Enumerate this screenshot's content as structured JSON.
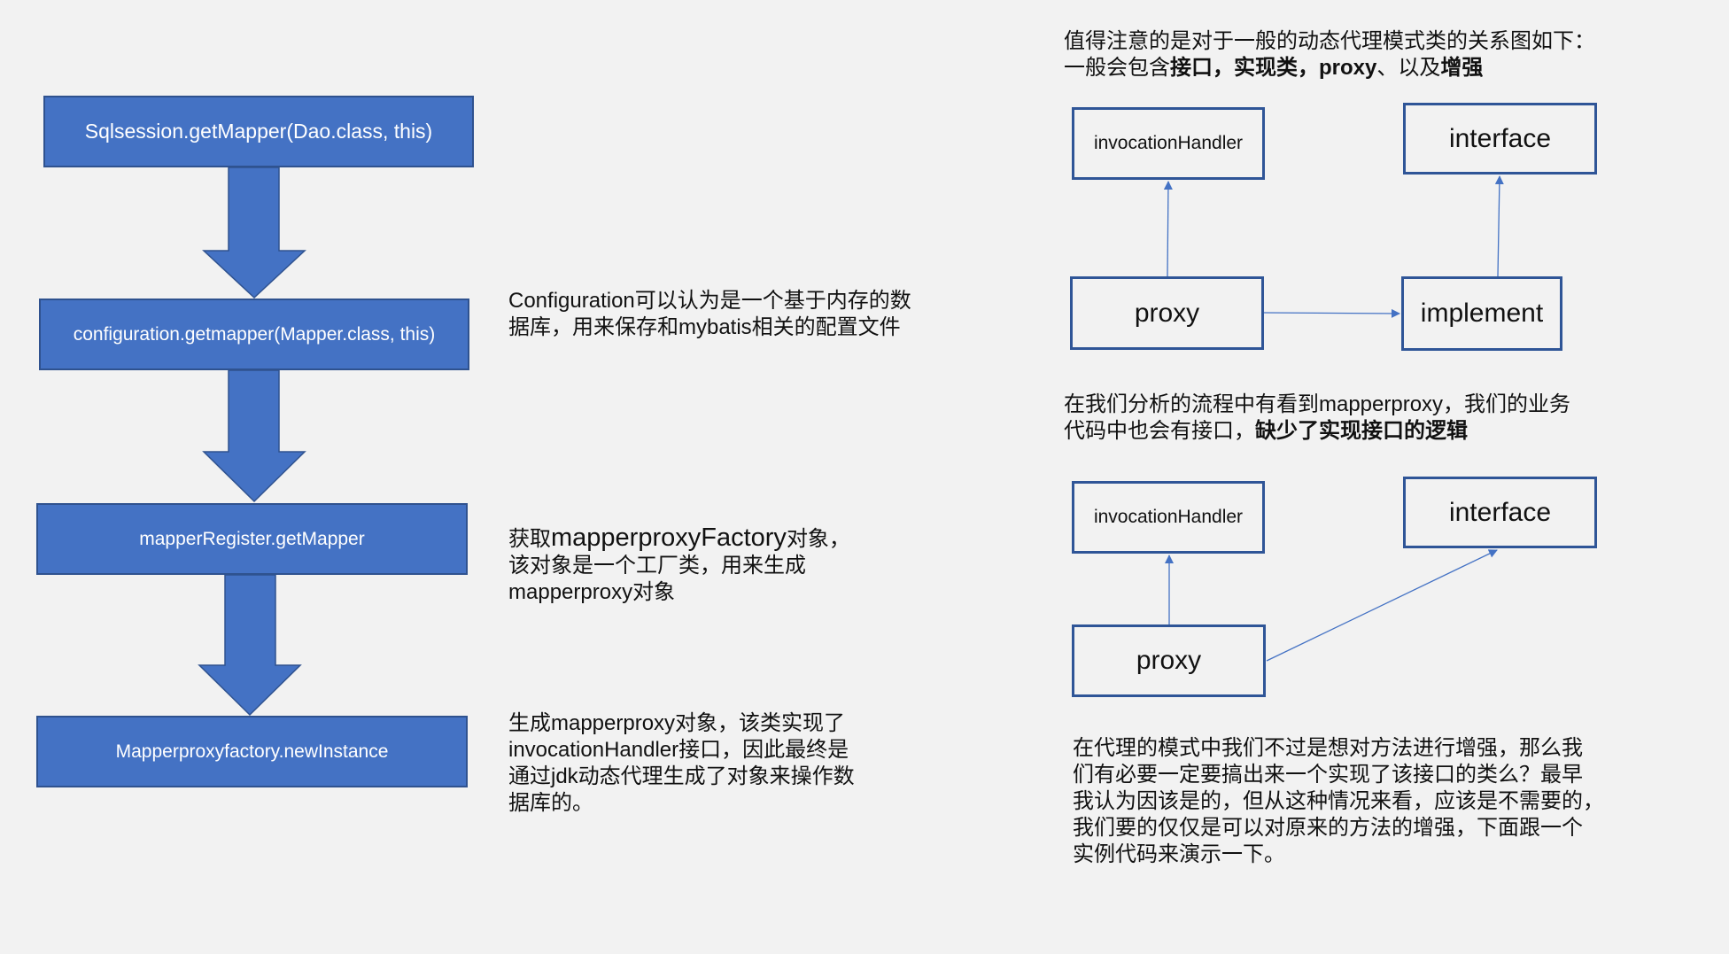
{
  "flow": {
    "steps": [
      "Sqlsession.getMapper(Dao.class, this)",
      "configuration.getmapper(Mapper.class, this)",
      "mapperRegister.getMapper",
      "Mapperproxyfactory.newInstance"
    ],
    "notes": {
      "config": [
        "Configuration可以认为是一个基于内存的数",
        "据库，用来保存和mybatis相关的配置文件"
      ],
      "factory": {
        "prefix": "获取",
        "big": "mapperproxyFactory",
        "suffix": "对象，",
        "line2": "该对象是一个工厂类，用来生成",
        "line3": "mapperproxy对象"
      },
      "instance": [
        "生成mapperproxy对象，该类实现了",
        "invocationHandler接口，因此最终是",
        "通过jdk动态代理生成了对象来操作数",
        "据库的。"
      ]
    }
  },
  "right": {
    "intro": {
      "line1": "值得注意的是对于一般的动态代理模式类的关系图如下：",
      "line2": [
        "一般会包含",
        "接口",
        "，",
        "实现类",
        "，",
        "proxy",
        "、以及",
        "增强"
      ]
    },
    "diagram1": {
      "handler": "invocationHandler",
      "interface": "interface",
      "proxy": "proxy",
      "implement": "implement"
    },
    "middle": {
      "line1": "在我们分析的流程中有看到mapperproxy，我们的业务",
      "line2_plain": "代码中也会有接口，",
      "line2_bold": "缺少了实现接口的逻辑"
    },
    "diagram2": {
      "handler": "invocationHandler",
      "interface": "interface",
      "proxy": "proxy"
    },
    "conclusion": [
      "在代理的模式中我们不过是想对方法进行增强，那么我",
      "们有必要一定要搞出来一个实现了该接口的类么？最早",
      "我认为因该是的，但从这种情况来看，应该是不需要的，",
      "我们要的仅仅是可以对原来的方法的增强，下面跟一个",
      "实例代码来演示一下。"
    ]
  },
  "colors": {
    "flow_fill": "#4472c4",
    "flow_border": "#2f528f",
    "diagram_border": "#2f5597",
    "connector": "#4472c4",
    "background": "#f2f2f2"
  }
}
